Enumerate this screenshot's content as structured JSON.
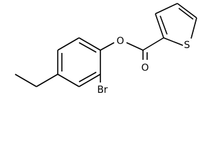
{
  "molecule": {
    "atoms": {
      "oxygen_ester": "O",
      "oxygen_carbonyl": "O",
      "sulfur": "S",
      "bromine": "Br"
    }
  }
}
